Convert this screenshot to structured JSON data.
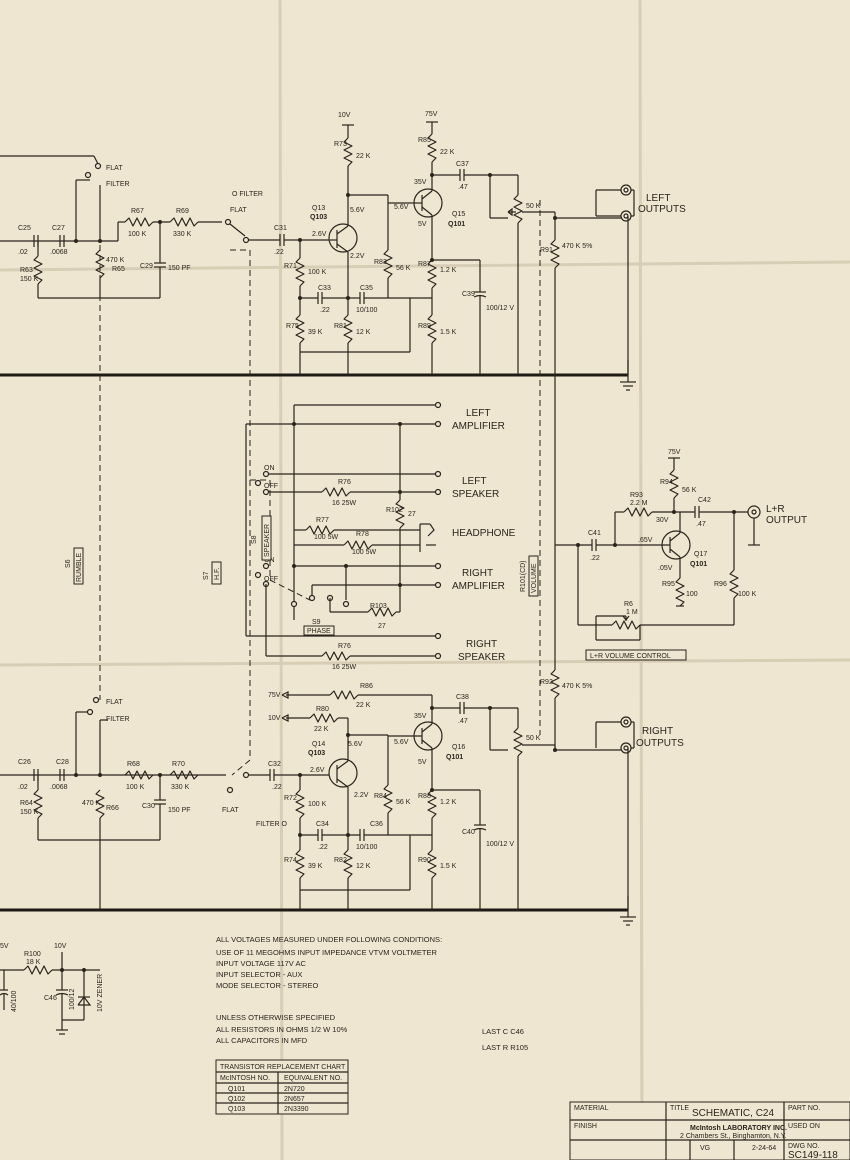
{
  "labels": {
    "flat": "FLAT",
    "filter": "FILTER",
    "filter_o": "O FILTER",
    "filter_o_bottom": "FILTER O",
    "rumble": "RUMBLE",
    "s6": "S6",
    "s7": "S7",
    "hf": "H.F.",
    "s8": "S8",
    "speaker": "SPEAKER",
    "s9": "S9",
    "phase": "PHASE",
    "r101": "R101(CD)",
    "volume": "VOLUME",
    "on": "ON",
    "off": "OFF"
  },
  "top_channel": {
    "supply_10v": "10V",
    "supply_75v": "75V",
    "r73": "R73",
    "r73_val": "22 K",
    "r85": "R85",
    "r85_val": "22 K",
    "c37": "C37",
    "c37_val": ".47",
    "v35": "35V",
    "v56a": "5.6V",
    "v56b": "5.6V",
    "v26": "2.6V",
    "v22": "2.2V",
    "v5": "5V",
    "q13": "Q13",
    "q13_type": "Q103",
    "q15": "Q15",
    "q15_type": "Q101",
    "c25": "C25",
    "c25_val": ".02",
    "c27": "C27",
    "c27_val": ".0068",
    "r67": "R67",
    "r67_val": "100 K",
    "r69": "R69",
    "r69_val": "330 K",
    "c31": "C31",
    "c31_val": ".22",
    "r63": "R63",
    "r63_val": "150 K",
    "r65": "R65",
    "r65_val": "470 K",
    "c29": "C29",
    "c29_val": "150 PF",
    "r71": "R71",
    "r71_val": "100 K",
    "c33": "C33",
    "c33_val": ".22",
    "c35": "C35",
    "c35_val": "10/100",
    "r83": "R83",
    "r83_val": "56 K",
    "r87": "R87",
    "r87_val": "1.2 K",
    "c39": "C39",
    "c39_val": "100/12 V",
    "r75": "R75",
    "r75_val": "39 K",
    "r81": "R81",
    "r81_val": "12 K",
    "r89": "R89",
    "r89_val": "1.5 K",
    "r91": "R91",
    "r91_val": "470 K 5%",
    "pot_val": "50 K",
    "output1": "LEFT",
    "output2": "OUTPUTS"
  },
  "switching": {
    "left_amplifier_1": "LEFT",
    "left_amplifier_2": "AMPLIFIER",
    "left_speaker_1": "LEFT",
    "left_speaker_2": "SPEAKER",
    "headphone": "HEADPHONE",
    "right_amplifier_1": "RIGHT",
    "right_amplifier_2": "AMPLIFIER",
    "right_speaker_1": "RIGHT",
    "right_speaker_2": "SPEAKER",
    "r76a": "R76",
    "r76a_val": "16 25W",
    "r77": "R77",
    "r77_val": "100 5W",
    "r78": "R78",
    "r78_val": "100 5W",
    "r102": "R102",
    "r102_val": "27",
    "r103": "R103",
    "r103_val": "27",
    "r76b": "R76",
    "r76b_val": "16 25W"
  },
  "lr_amp": {
    "supply": "75V",
    "r94": "R94",
    "r94_val": "56 K",
    "r93": "R93",
    "r93_val": "2.2 M",
    "c42": "C42",
    "c42_val": ".47",
    "c41": "C41",
    "c41_val": ".22",
    "v30": "30V",
    "v65": ".65V",
    "v05": ".05V",
    "q17": "Q17",
    "q17_type": "Q101",
    "r95": "R95",
    "r95_val": "100",
    "r96": "R96",
    "r96_val": "100 K",
    "r6": "R6",
    "r6_val": "1 M",
    "r92": "R92",
    "r92_val": "470 K 5%",
    "output1": "L+R",
    "output2": "OUTPUT",
    "volume_control": "L+R VOLUME CONTROL"
  },
  "bottom_channel": {
    "supply_75v": "75V",
    "supply_10v": "10V",
    "r86": "R86",
    "r86_val": "22 K",
    "r80": "R80",
    "r80_val": "22 K",
    "c38": "C38",
    "c38_val": ".47",
    "v35": "35V",
    "v56a": "5.6V",
    "v56b": "5.6V",
    "v26": "2.6V",
    "v22": "2.2V",
    "v5": "5V",
    "q14": "Q14",
    "q14_type": "Q103",
    "q16": "Q16",
    "q16_type": "Q101",
    "c26": "C26",
    "c26_val": ".02",
    "c28": "C28",
    "c28_val": ".0068",
    "r68": "R68",
    "r68_val": "100 K",
    "r70": "R70",
    "r70_val": "330 K",
    "c32": "C32",
    "c32_val": ".22",
    "r64": "R64",
    "r64_val": "150 K",
    "r66": "R66",
    "r66_val": "470 K",
    "c30": "C30",
    "c30_val": "150 PF",
    "r72": "R72",
    "r72_val": "100 K",
    "c34": "C34",
    "c34_val": ".22",
    "c36": "C36",
    "c36_val": "10/100",
    "r84": "R84",
    "r84_val": "56 K",
    "r88": "R88",
    "r88_val": "1.2 K",
    "c40": "C40",
    "c40_val": "100/12 V",
    "r74": "R74",
    "r74_val": "39 K",
    "r82": "R82",
    "r82_val": "12 K",
    "r90": "R90",
    "r90_val": "1.5 K",
    "pot_val": "50 K",
    "output1": "RIGHT",
    "output2": "OUTPUTS"
  },
  "supply_section": {
    "v5": "5V",
    "v10": "10V",
    "r100": "R100",
    "r100_val": "18 K",
    "c46": "C46",
    "c46_val": "100/12",
    "c_left_val": "40/100",
    "zener": "10V ZENER"
  },
  "notes": {
    "lines": [
      "ALL VOLTAGES MEASURED UNDER FOLLOWING CONDITIONS:",
      "USE OF 11 MEGOHMS INPUT IMPEDANCE VTVM VOLTMETER",
      "INPUT VOLTAGE 117V AC",
      "INPUT SELECTOR - AUX",
      "MODE SELECTOR - STEREO"
    ],
    "spec_lines": [
      "UNLESS OTHERWISE SPECIFIED",
      "ALL RESISTORS IN OHMS 1/2 W 10%",
      "ALL CAPACITORS IN MFD"
    ],
    "last_c": "LAST C C46",
    "last_r": "LAST R R105"
  },
  "chart": {
    "title": "TRANSISTOR REPLACEMENT CHART",
    "col1": "McINTOSH NO.",
    "col2": "EQUIVALENT NO.",
    "rows": [
      {
        "a": "Q101",
        "b": "2N720"
      },
      {
        "a": "Q102",
        "b": "2N657"
      },
      {
        "a": "Q103",
        "b": "2N3390"
      }
    ]
  },
  "title_block": {
    "title_label": "TITLE",
    "title": "SCHEMATIC, C24",
    "part_no": "PART NO.",
    "used_on": "USED ON",
    "company": "McIntosh LABORATORY INC.",
    "address": "2 Chambers St., Binghamton, N.Y.",
    "material": "MATERIAL",
    "finish": "FINISH",
    "date": "2-24-64",
    "drawn": "VG",
    "dwg_no_label": "DWG NO.",
    "dwg_no": "SC149-118"
  },
  "colors": {
    "paper": "#efe6d2",
    "ink": "#2a241c"
  }
}
